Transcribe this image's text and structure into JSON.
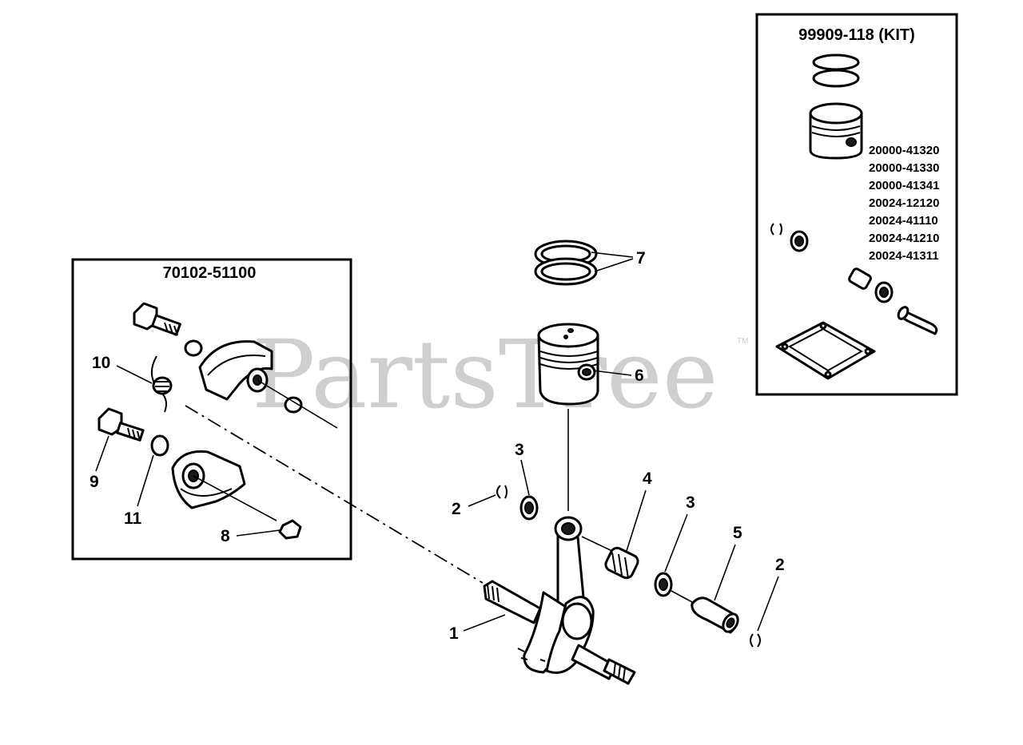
{
  "watermark": {
    "text": "PartsTree",
    "trademark": "TM"
  },
  "kit_box": {
    "title": "99909-118 (KIT)",
    "part_numbers": [
      "20000-41320",
      "20000-41330",
      "20000-41341",
      "20024-12120",
      "20024-41110",
      "20024-41210",
      "20024-41311"
    ]
  },
  "clutch_box": {
    "title": "70102-51100"
  },
  "callouts": {
    "c1": "1",
    "c2a": "2",
    "c2b": "2",
    "c3a": "3",
    "c3b": "3",
    "c4": "4",
    "c5": "5",
    "c6": "6",
    "c7": "7",
    "c8": "8",
    "c9": "9",
    "c10": "10",
    "c11": "11"
  }
}
